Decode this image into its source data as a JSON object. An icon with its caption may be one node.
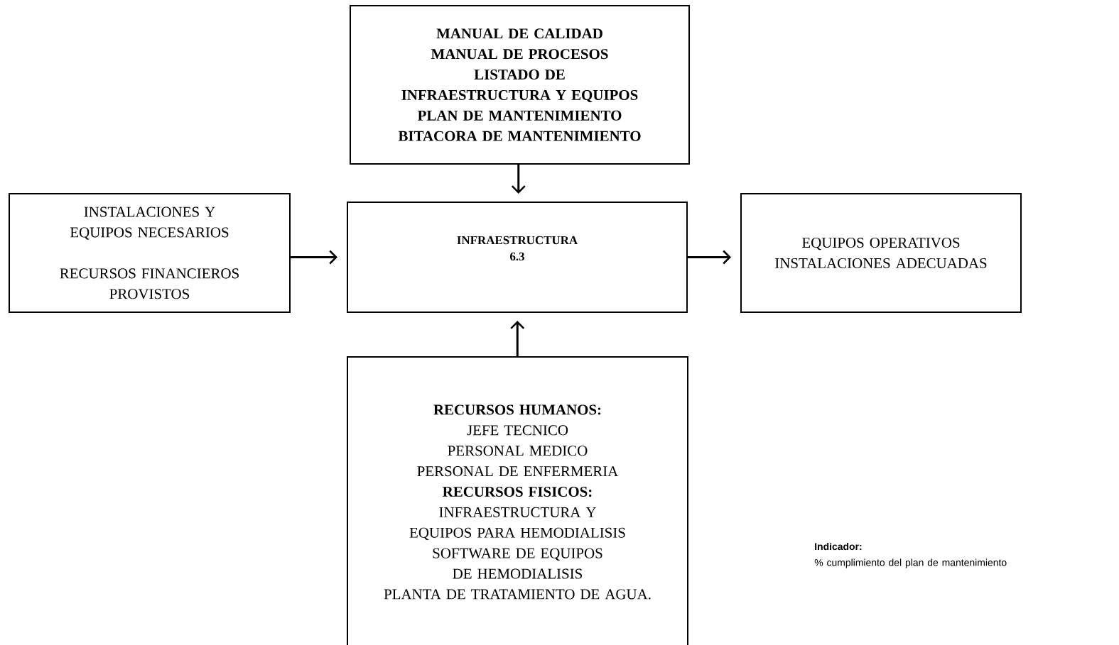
{
  "diagram": {
    "nodes": [
      {
        "text": [
          "MANUAL DE CALIDAD",
          "MANUAL DE PROCESOS",
          "LISTADO DE INFRAESTRUCTURA Y EQUIPOS",
          "PLAN DE MANTENIMIENTO",
          "BITACORA DE MANTENIMIENTO"
        ]
      },
      {
        "text": [
          "INSTALACIONES Y EQUIPOS NECESARIOS",
          "RECURSOS FINANCIEROS PROVISTOS"
        ]
      },
      {
        "text": [
          "INFRAESTRUCTURA",
          "6.3"
        ]
      },
      {
        "text": [
          "EQUIPOS OPERATIVOS",
          "INSTALACIONES ADECUADAS"
        ]
      },
      {
        "text": [
          "RECURSOS HUMANOS:",
          "JEFE TECNICO",
          "PERSONAL MEDICO",
          "PERSONAL DE ENFERMERIA",
          "RECURSOS FISICOS:",
          "INFRAESTRUCTURA Y EQUIPOS PARA HEMODIALISIS",
          "SOFTWARE DE EQUIPOS DE HEMODIALISIS",
          "PLANTA DE TRATAMIENTO DE AGUA."
        ]
      }
    ],
    "edges": [
      {
        "from": 0,
        "to": 2,
        "arrow": "to"
      },
      {
        "from": 1,
        "to": 2,
        "arrow": "to"
      },
      {
        "from": 2,
        "to": 3,
        "arrow": "to"
      },
      {
        "from": 4,
        "to": 2,
        "arrow": "to"
      }
    ],
    "labels": [
      "Indicador:",
      "% cumplimiento del plan de mantenimiento"
    ]
  }
}
